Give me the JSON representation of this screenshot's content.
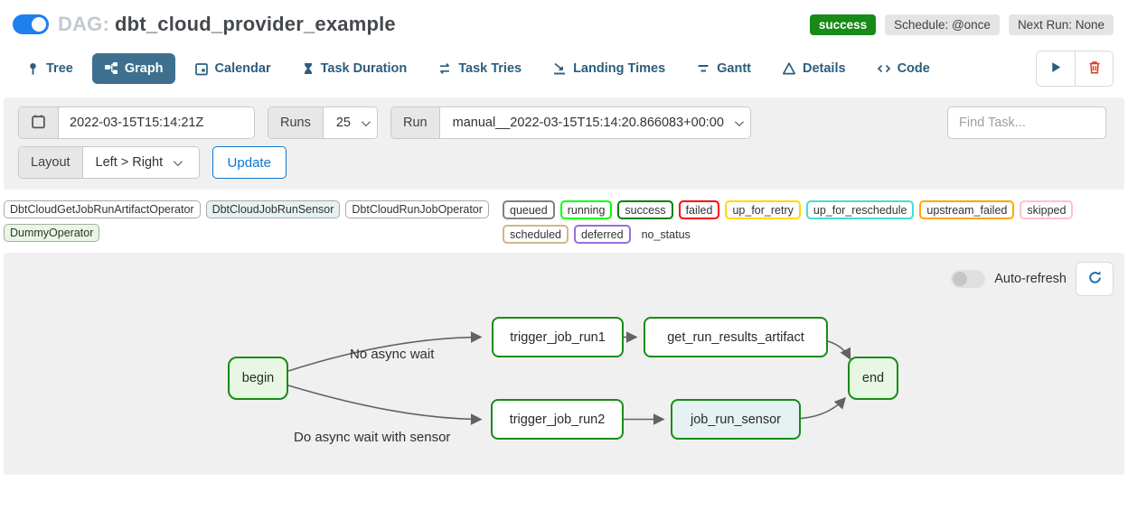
{
  "header": {
    "dag_prefix": "DAG:",
    "dag_title": "dbt_cloud_provider_example",
    "status_badge": "success",
    "schedule_badge": "Schedule: @once",
    "next_run_badge": "Next Run: None"
  },
  "tabs": [
    {
      "label": "Tree"
    },
    {
      "label": "Graph",
      "active": true
    },
    {
      "label": "Calendar"
    },
    {
      "label": "Task Duration"
    },
    {
      "label": "Task Tries"
    },
    {
      "label": "Landing Times"
    },
    {
      "label": "Gantt"
    },
    {
      "label": "Details"
    },
    {
      "label": "Code"
    }
  ],
  "filters": {
    "execution_date": "2022-03-15T15:14:21Z",
    "runs_label": "Runs",
    "runs_value": "25",
    "run_label": "Run",
    "run_value": "manual__2022-03-15T15:14:20.866083+00:00",
    "find_task_placeholder": "Find Task...",
    "layout_label": "Layout",
    "layout_value": "Left > Right",
    "update_button": "Update"
  },
  "legend": {
    "operators": [
      {
        "label": "DbtCloudGetJobRunArtifactOperator",
        "color": "#ffffff"
      },
      {
        "label": "DbtCloudJobRunSensor",
        "color": "#e6f1f2"
      },
      {
        "label": "DbtCloudRunJobOperator",
        "color": "#ffffff"
      },
      {
        "label": "DummyOperator",
        "color": "#e8f7e4"
      }
    ],
    "statuses": [
      {
        "label": "queued",
        "color": "#808080"
      },
      {
        "label": "running",
        "color": "#00ff00"
      },
      {
        "label": "success",
        "color": "#008000"
      },
      {
        "label": "failed",
        "color": "#ff0000"
      },
      {
        "label": "up_for_retry",
        "color": "#ffd700"
      },
      {
        "label": "up_for_reschedule",
        "color": "#40e0d0"
      },
      {
        "label": "upstream_failed",
        "color": "#ffa500"
      },
      {
        "label": "skipped",
        "color": "#ffc0cb"
      },
      {
        "label": "scheduled",
        "color": "#d2b48c"
      },
      {
        "label": "deferred",
        "color": "#9370db"
      },
      {
        "label": "no_status",
        "color": "none"
      }
    ]
  },
  "graph": {
    "auto_refresh_label": "Auto-refresh",
    "success_border": "#178c17",
    "nodes": [
      {
        "id": "begin",
        "label": "begin",
        "fill": "#e8f7e4",
        "state": "success"
      },
      {
        "id": "trigger_job_run1",
        "label": "trigger_job_run1",
        "fill": "#ffffff",
        "state": "success"
      },
      {
        "id": "get_run_results_artifact",
        "label": "get_run_results_artifact",
        "fill": "#ffffff",
        "state": "success"
      },
      {
        "id": "trigger_job_run2",
        "label": "trigger_job_run2",
        "fill": "#ffffff",
        "state": "success"
      },
      {
        "id": "job_run_sensor",
        "label": "job_run_sensor",
        "fill": "#e6f1f2",
        "state": "success"
      },
      {
        "id": "end",
        "label": "end",
        "fill": "#e8f7e4",
        "state": "success"
      }
    ],
    "edges": [
      {
        "from": "begin",
        "to": "trigger_job_run1",
        "label": "No async wait"
      },
      {
        "from": "begin",
        "to": "trigger_job_run2",
        "label": "Do async wait with sensor"
      },
      {
        "from": "trigger_job_run1",
        "to": "get_run_results_artifact",
        "label": ""
      },
      {
        "from": "get_run_results_artifact",
        "to": "end",
        "label": ""
      },
      {
        "from": "trigger_job_run2",
        "to": "job_run_sensor",
        "label": ""
      },
      {
        "from": "job_run_sensor",
        "to": "end",
        "label": ""
      }
    ],
    "edge_labels": {
      "top": "No async wait",
      "bottom": "Do async wait with sensor"
    }
  }
}
